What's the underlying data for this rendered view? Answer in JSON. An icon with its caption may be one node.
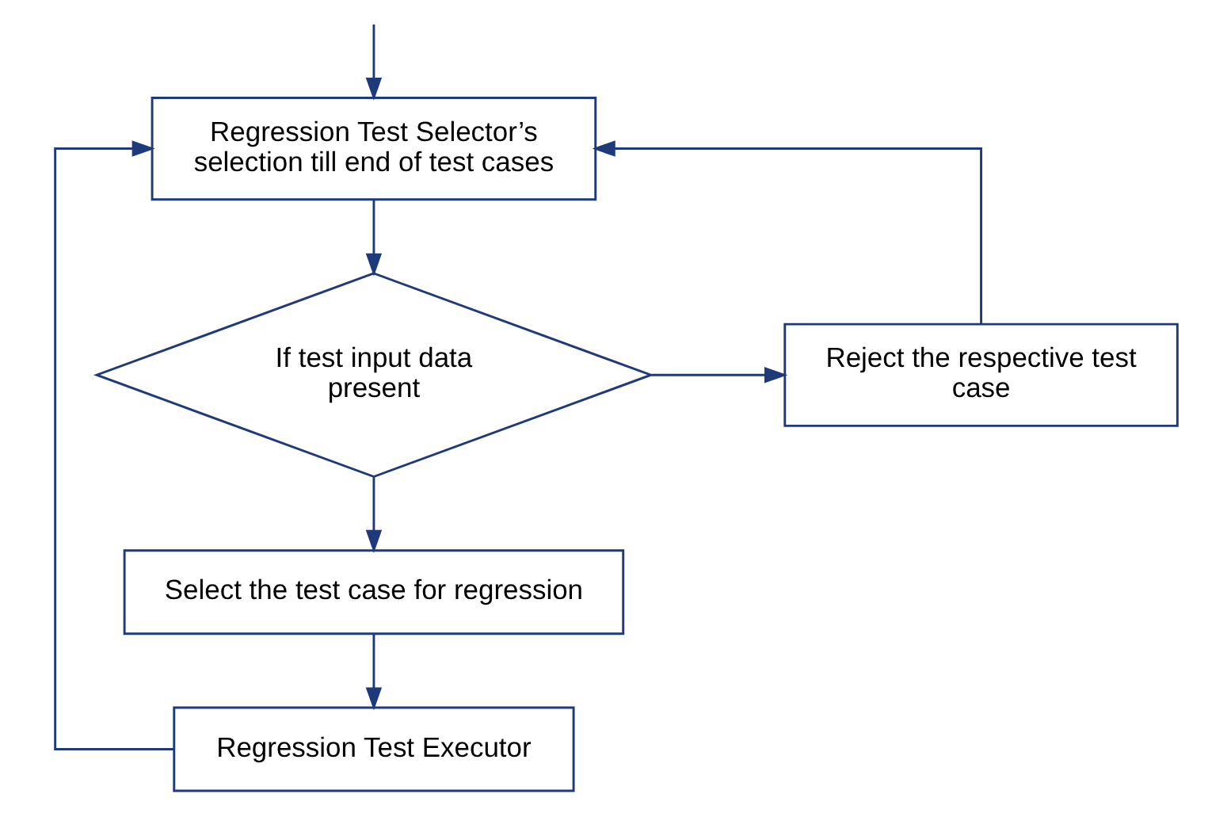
{
  "diagram": {
    "nodes": [
      {
        "text": [
          "Regression Test Selector’s selection till end of test cases"
        ]
      },
      {
        "text": [
          "If test input data present"
        ]
      },
      {
        "text": [
          "Reject the respective test case"
        ]
      },
      {
        "text": [
          "Select the test case for regression"
        ]
      },
      {
        "text": [
          "Regression Test Executor"
        ]
      }
    ],
    "edges": [
      {
        "from": null,
        "to": 0,
        "arrow": "to"
      },
      {
        "from": 0,
        "to": 1,
        "arrow": "to"
      },
      {
        "from": 1,
        "to": 2,
        "arrow": "to"
      },
      {
        "from": 2,
        "to": 0,
        "arrow": "to"
      },
      {
        "from": 1,
        "to": 3,
        "arrow": "to"
      },
      {
        "from": 3,
        "to": 4,
        "arrow": "to"
      },
      {
        "from": 4,
        "to": 0,
        "arrow": "to"
      }
    ]
  }
}
